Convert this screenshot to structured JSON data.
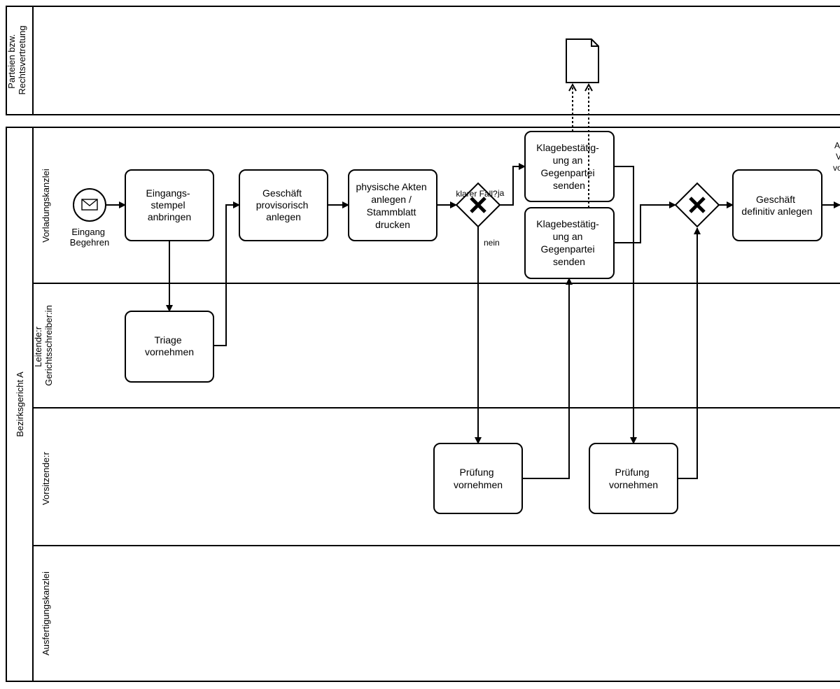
{
  "pools": [
    {
      "id": "pool1",
      "lines": [
        "Parteien bzw.",
        "Rechtsvertretung"
      ]
    },
    {
      "id": "pool2",
      "lines": [
        "Bezirksgericht A"
      ]
    }
  ],
  "lanes": [
    {
      "id": "lane1",
      "lines": [
        "Vorladungskanzlei"
      ]
    },
    {
      "id": "lane2",
      "lines": [
        "Leitende:r",
        "Gerichtsschreiber:in"
      ]
    },
    {
      "id": "lane3",
      "lines": [
        "Vorsitzende:r"
      ]
    },
    {
      "id": "lane4",
      "lines": [
        "Ausfertigungskanzlei"
      ]
    }
  ],
  "events": [
    {
      "id": "start",
      "lines": [
        "Eingang",
        "Begehren"
      ],
      "icon": "envelope-icon"
    }
  ],
  "tasks": [
    {
      "id": "t1",
      "lines": [
        "Eingangs-",
        "stempel",
        "anbringen"
      ]
    },
    {
      "id": "t2",
      "lines": [
        "Triage",
        "vornehmen"
      ]
    },
    {
      "id": "t3",
      "lines": [
        "Geschäft",
        "provisorisch",
        "anlegen"
      ]
    },
    {
      "id": "t4",
      "lines": [
        "physische Akten",
        "anlegen /",
        "Stammblatt",
        "drucken"
      ]
    },
    {
      "id": "t5",
      "lines": [
        "Klagebestätig-",
        "ung an",
        "Gegenpartei",
        "senden"
      ]
    },
    {
      "id": "t6",
      "lines": [
        "Klagebestätig-",
        "ung an",
        "Gegenpartei",
        "senden"
      ]
    },
    {
      "id": "t7",
      "lines": [
        "Prüfung",
        "vornehmen"
      ]
    },
    {
      "id": "t8",
      "lines": [
        "Prüfung",
        "vornehmen"
      ]
    },
    {
      "id": "t9",
      "lines": [
        "Geschäft",
        "definitiv anlegen"
      ]
    }
  ],
  "gateways": [
    {
      "id": "g1",
      "label": "klarer Fall?"
    },
    {
      "id": "g2",
      "label": ""
    }
  ],
  "flow_labels": [
    {
      "id": "yes",
      "text": "ja"
    },
    {
      "id": "no",
      "text": "nein"
    }
  ],
  "artifacts": [
    {
      "id": "doc",
      "icon": "document-icon"
    }
  ],
  "cut_text": [
    "A",
    "V",
    "vo"
  ]
}
